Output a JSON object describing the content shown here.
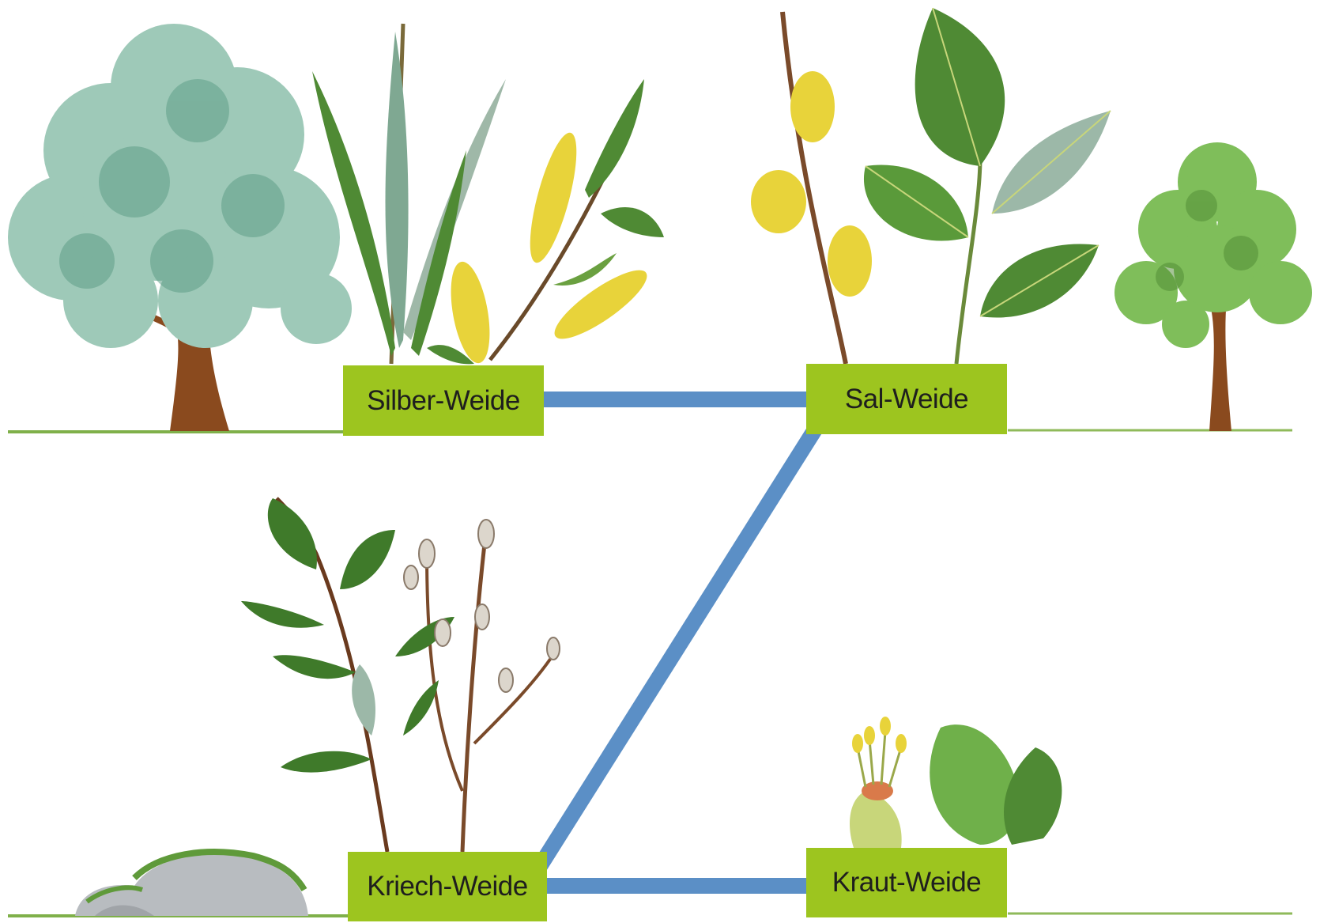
{
  "species": {
    "silber": "Silber-Weide",
    "sal": "Sal-Weide",
    "kriech": "Kriech-Weide",
    "kraut": "Kraut-Weide"
  },
  "connections": [
    [
      "Silber-Weide",
      "Sal-Weide"
    ],
    [
      "Sal-Weide",
      "Kriech-Weide"
    ],
    [
      "Kriech-Weide",
      "Kraut-Weide"
    ]
  ],
  "colors": {
    "label_fill": "#9dc51f",
    "connector": "#5b8fc6",
    "foliage": "#3f8a2a",
    "catkin": "#e8d33a"
  }
}
